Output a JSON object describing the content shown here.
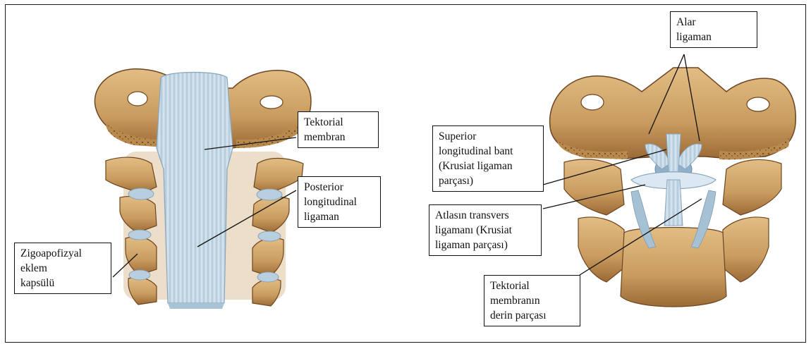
{
  "figure": {
    "left_panel": {
      "labels": {
        "tectorial": [
          "Tektorial",
          "membran"
        ],
        "posterior": [
          "Posterior",
          "longitudinal",
          "ligaman"
        ],
        "zygapophyseal": [
          "Zigoapofizyal",
          "eklem",
          "kapsülü"
        ]
      }
    },
    "right_panel": {
      "labels": {
        "alar": [
          "Alar",
          "ligaman"
        ],
        "superior_band": [
          "Superior",
          "longitudinal bant",
          "(Krusiat ligaman",
          "parçası)"
        ],
        "transverse": [
          "Atlasın transvers",
          "ligamanı (Krusiat",
          "ligaman parçası)"
        ],
        "deep_tectorial": [
          "Tektorial",
          "membranın",
          "derin parçası"
        ]
      }
    },
    "colors": {
      "bone": "#c9a063",
      "bone_dark": "#8a5a2b",
      "bone_light": "#e6c48e",
      "ligament": "#b8cfe0",
      "ligament_light": "#dce8f1",
      "border": "#111111"
    }
  }
}
